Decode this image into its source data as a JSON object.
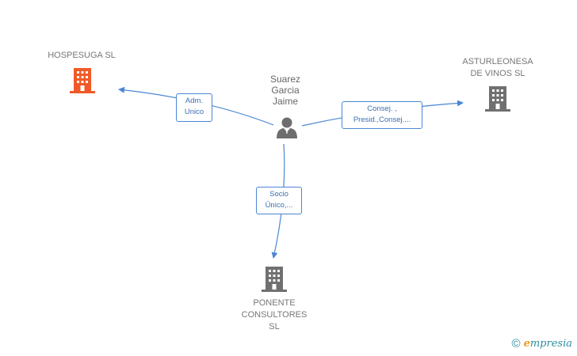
{
  "center": {
    "name_lines": [
      "Suarez",
      "Garcia",
      "Jaime"
    ],
    "icon": "person-icon"
  },
  "companies": {
    "hospesuga": {
      "label": "HOSPESUGA SL",
      "color": "#f05a28",
      "icon": "building-icon"
    },
    "asturleonesa": {
      "label_lines": [
        "ASTURLEONESA",
        "DE VINOS SL"
      ],
      "color": "#707070",
      "icon": "building-icon"
    },
    "ponente": {
      "label_lines": [
        "PONENTE",
        "CONSULTORES",
        "SL"
      ],
      "color": "#707070",
      "icon": "building-icon"
    }
  },
  "relations": {
    "to_hospesuga": {
      "lines": [
        "Adm.",
        "Unico"
      ]
    },
    "to_asturleonesa": {
      "lines": [
        "Consej. ,",
        "Presid.,Consej...."
      ]
    },
    "to_ponente": {
      "lines": [
        "Socio",
        "Único,..."
      ]
    }
  },
  "edge_color": "#4a86d4",
  "brand": {
    "copyright": "©",
    "initial": "e",
    "rest": "mpresia"
  }
}
